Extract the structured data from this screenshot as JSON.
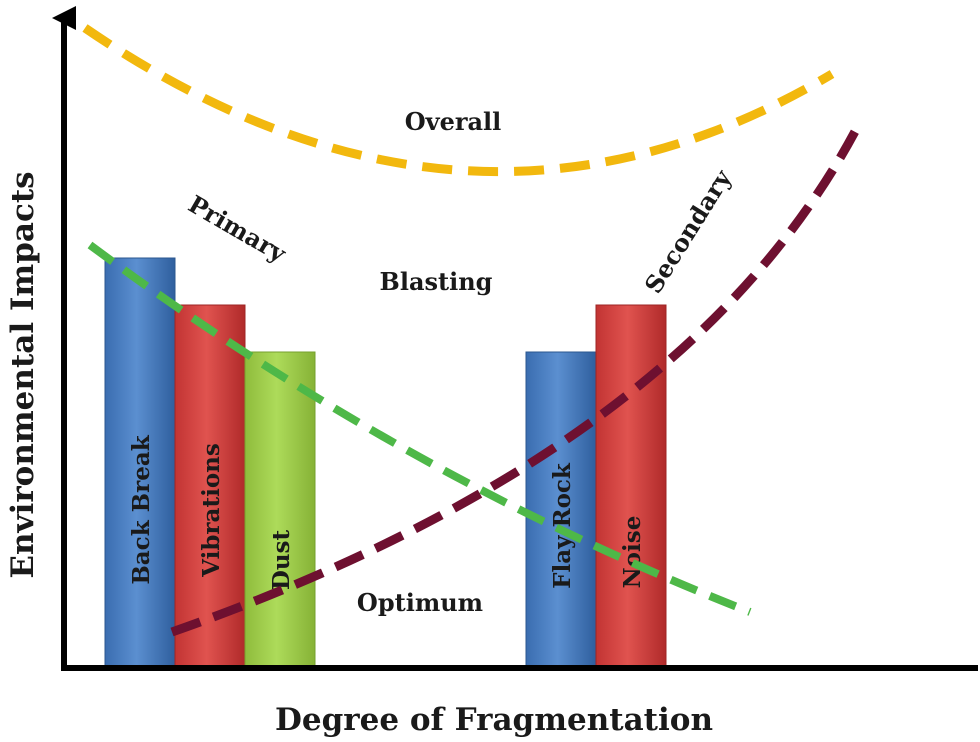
{
  "axes": {
    "x_title": "Degree of Fragmentation",
    "y_title": "Environmental Impacts"
  },
  "bars": [
    {
      "label": "Back Break",
      "color": "#4a7ebb"
    },
    {
      "label": "Vibrations",
      "color": "#d0403f"
    },
    {
      "label": "Dust",
      "color": "#9bc646"
    },
    {
      "label": "Flay Rock",
      "color": "#4a7ebb"
    },
    {
      "label": "Noise",
      "color": "#d0403f"
    }
  ],
  "curves": {
    "overall": {
      "label": "Overall",
      "color": "#f2b80e"
    },
    "primary": {
      "label": "Primary",
      "color": "#4eb848"
    },
    "secondary": {
      "label": "Secondary",
      "color": "#6e1030"
    }
  },
  "annotations": {
    "blasting": "Blasting",
    "optimum": "Optimum"
  }
}
